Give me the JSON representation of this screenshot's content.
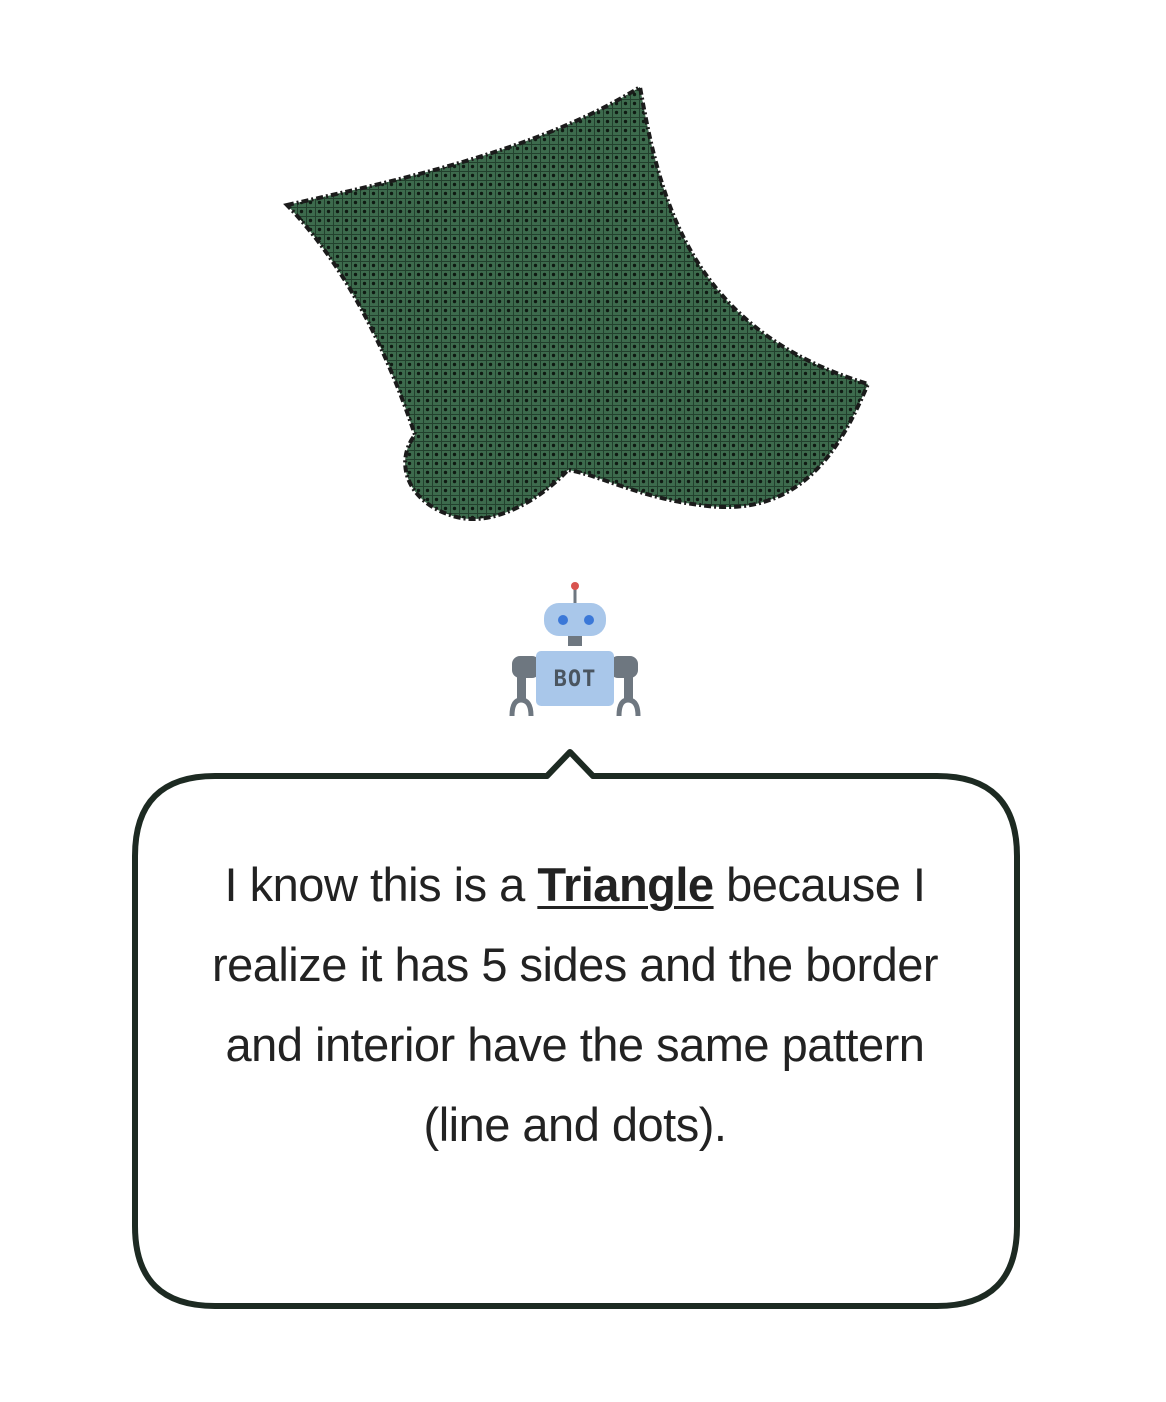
{
  "robot": {
    "badge_text": "BOT"
  },
  "bubble": {
    "text_before": "I know this is a ",
    "shape_name": "Triangle",
    "text_after": " because I realize it has 5 sides and the border and interior have the same pattern (line and dots)."
  },
  "colors": {
    "shape_fill": "#3d6b4d",
    "shape_border": "#1b1b1b",
    "bubble_border": "#1d2a22",
    "robot_body": "#a9c7ea",
    "robot_limbs": "#6e7780",
    "robot_eyes": "#3b78d8",
    "robot_antenna_tip": "#d9534f"
  }
}
